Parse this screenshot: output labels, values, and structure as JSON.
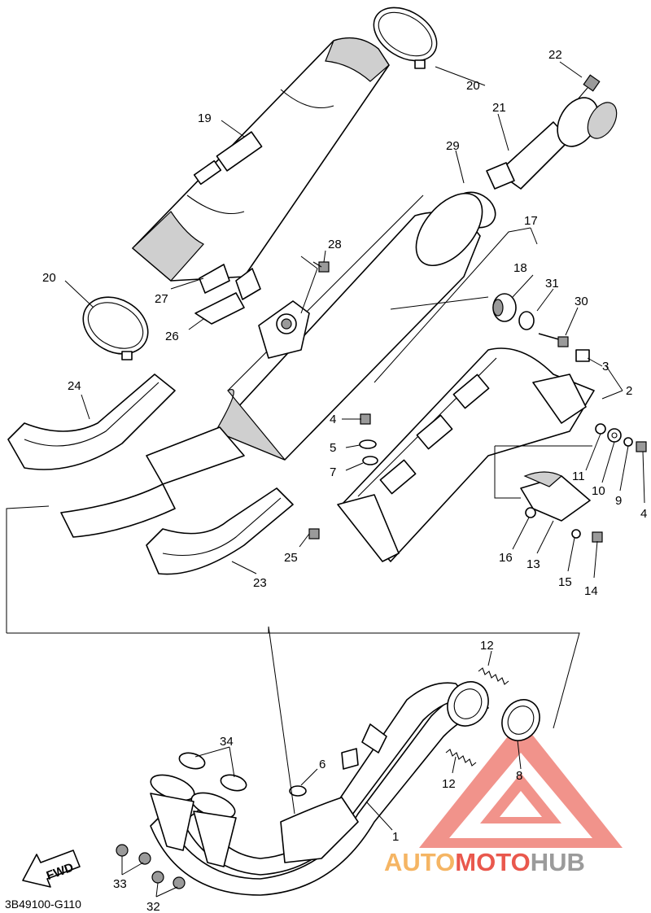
{
  "diagram_code": "3B49100-G110",
  "fwd_label": "FWD",
  "watermark": {
    "part1": "AUTO",
    "part2": "MOTO",
    "part3": "HUB",
    "color_orange": "#f4a94a",
    "color_red": "#e63b2e",
    "color_grey": "#8a8a8a"
  },
  "callouts": {
    "c1": "1",
    "c2": "2",
    "c3": "3",
    "c4a": "4",
    "c4b": "4",
    "c5": "5",
    "c6": "6",
    "c7": "7",
    "c8": "8",
    "c9": "9",
    "c10": "10",
    "c11": "11",
    "c12a": "12",
    "c12b": "12",
    "c13": "13",
    "c14": "14",
    "c15": "15",
    "c16": "16",
    "c17": "17",
    "c18": "18",
    "c19": "19",
    "c20a": "20",
    "c20b": "20",
    "c21": "21",
    "c22": "22",
    "c23": "23",
    "c24": "24",
    "c25": "25",
    "c26": "26",
    "c27": "27",
    "c28": "28",
    "c29": "29",
    "c30": "30",
    "c31": "31",
    "c32": "32",
    "c33": "33",
    "c34": "34"
  }
}
